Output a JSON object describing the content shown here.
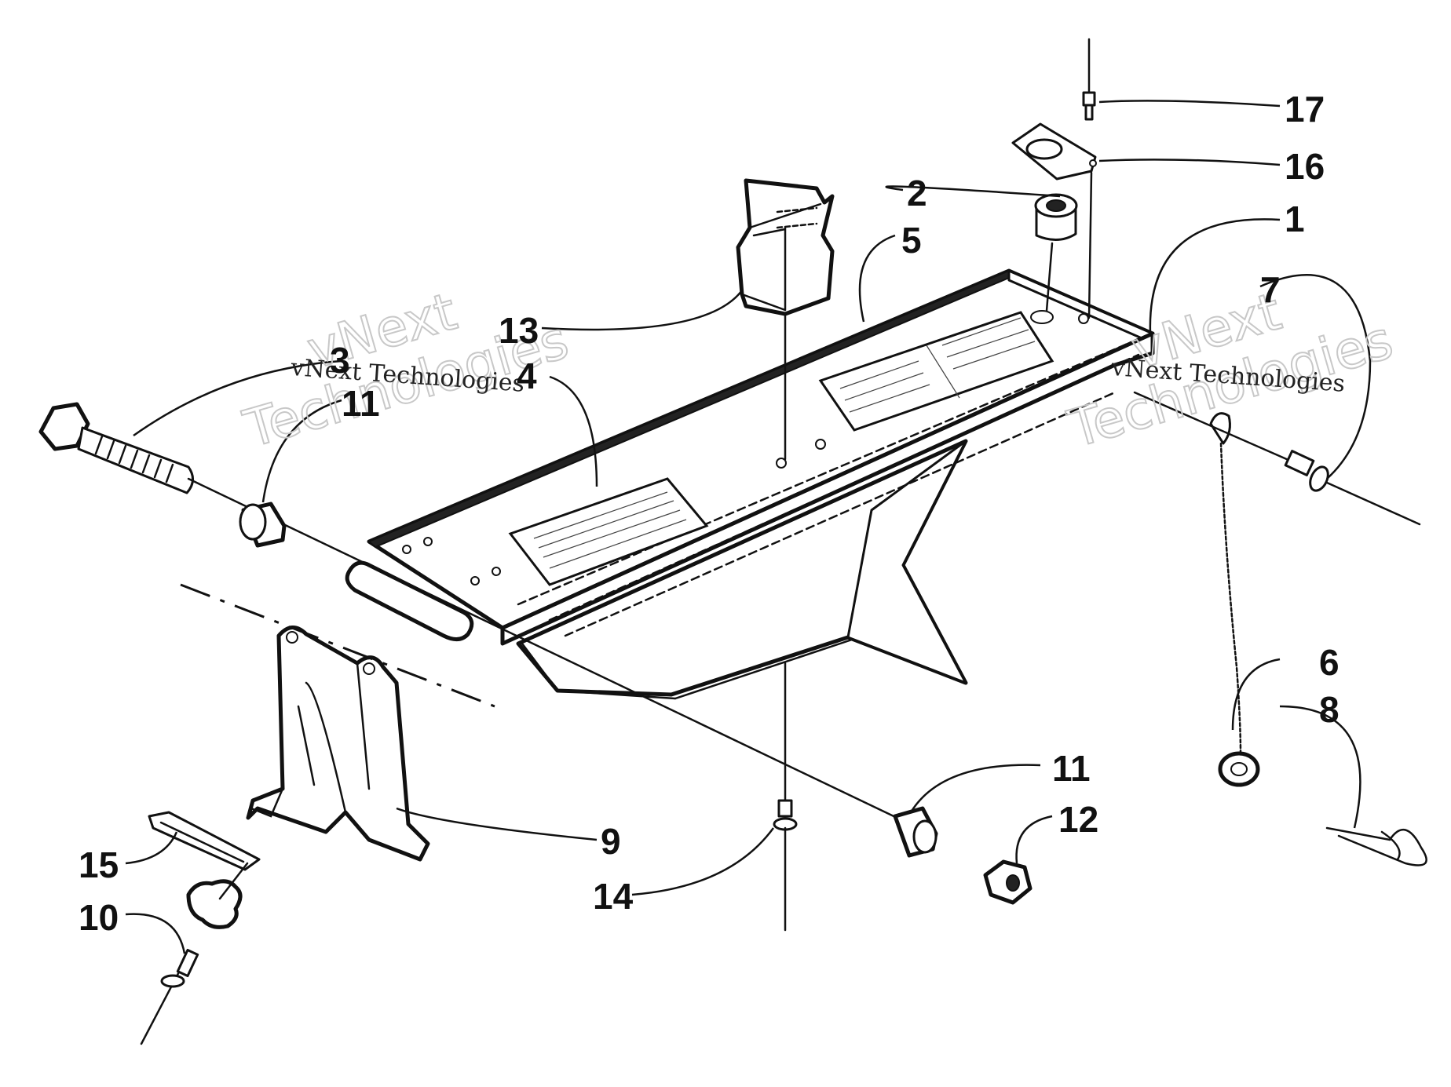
{
  "callouts": [
    "1",
    "2",
    "3",
    "4",
    "5",
    "6",
    "7",
    "8",
    "9",
    "10",
    "11",
    "11",
    "12",
    "13",
    "14",
    "15",
    "16",
    "17"
  ],
  "watermark": {
    "big_line1": "vNext",
    "big_line2": "Technologies",
    "small": "vNext Technologies"
  }
}
